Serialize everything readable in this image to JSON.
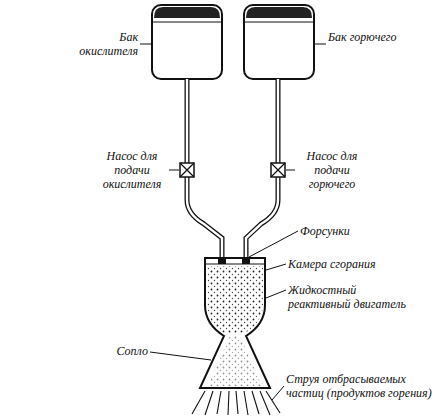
{
  "diagram": {
    "labels": [
      "Бак окислителя",
      "Бак горючего",
      "Насос для подачи окислителя",
      "Насос для подачи горючего",
      "Форсунки",
      "Камера сгорания",
      "Жидкостный реактивный двигатель",
      "Сопло",
      "Струя отбрасываемых частиц (продуктов горения)"
    ]
  }
}
